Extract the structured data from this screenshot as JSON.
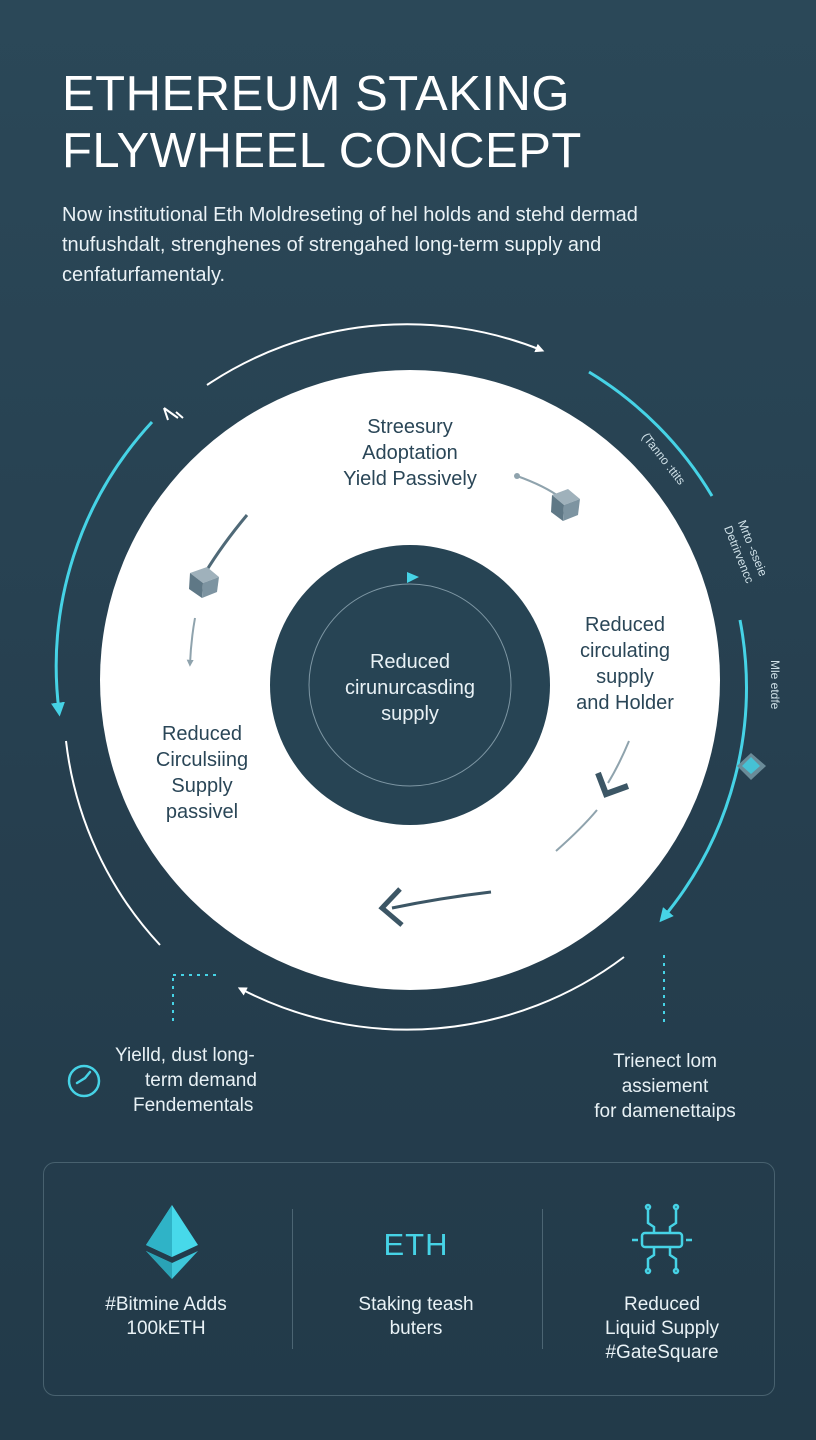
{
  "title": {
    "line1": "ETHEREUM STAKING",
    "line2": "FLYWHEEL CONCEPT"
  },
  "intro": {
    "line1": "Now institutional Eth Moldreseting of hel holds and stehd dermad",
    "line2": "tnufushdalt, strenghenes of strengahed long-term supply and",
    "line3": "cenfaturfamentaly."
  },
  "ring": {
    "top": [
      "Streesury",
      "Adoptation",
      "Yield Passively"
    ],
    "right": [
      "Reduced",
      "circulating",
      "supply",
      "and Holder"
    ],
    "left": [
      "Reduced",
      "Circulsiing",
      "Supply",
      "passivel"
    ],
    "center": [
      "Reduced",
      "cirunurcasding",
      "supply"
    ]
  },
  "outer_notes": {
    "right_a": [
      "(Tanno :ttits"
    ],
    "right_b": [
      "Mrto -sseie",
      "Detrirvencc"
    ],
    "right_c": [
      "Mle etdfe"
    ]
  },
  "bottom_left": {
    "lines": [
      "Yielld, dust long-",
      "term demand",
      "Fendementals"
    ]
  },
  "bottom_right": {
    "lines": [
      "Trienect lom",
      "assiement",
      "for damenettaips"
    ]
  },
  "footer": {
    "col1": [
      "#Bitmine Adds",
      "100kETH"
    ],
    "col2_heading": "ETH",
    "col2": [
      "Staking teash",
      "buters"
    ],
    "col3": [
      "Reduced",
      "Liquid Supply",
      "#GateSquare"
    ]
  },
  "colors": {
    "background": "#2b4858",
    "accent": "#46d3e6",
    "ring": "#ffffff",
    "core": "#274454",
    "text_on_ring": "#2a4657"
  },
  "icons": [
    "ethereum-icon",
    "stopwatch-icon",
    "network-node-icon",
    "cube-icon",
    "arrow-icon"
  ]
}
